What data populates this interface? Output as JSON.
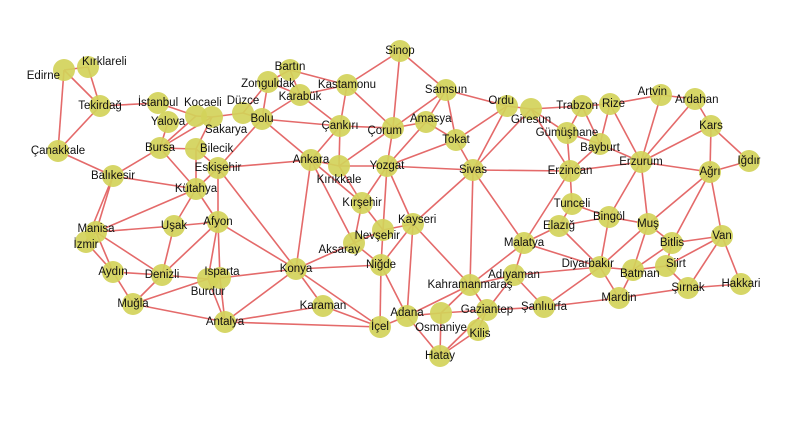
{
  "graph": {
    "nodes": [
      "Edirne",
      "Kırklareli",
      "Tekirdağ",
      "Çanakkale",
      "İstanbul",
      "Yalova",
      "Kocaeli",
      "Sakarya",
      "Düzce",
      "Bolu",
      "Bursa",
      "Bilecik",
      "Eskişehir",
      "Balıkesir",
      "Kütahya",
      "Zonguldak",
      "Bartın",
      "Karabük",
      "Kastamonu",
      "Sinop",
      "Samsun",
      "Çankırı",
      "Çorum",
      "Amasya",
      "Tokat",
      "Ordu",
      "Giresun",
      "Ankara",
      "Kırıkkale",
      "Yozgat",
      "Sivas",
      "Kırşehir",
      "Nevşehir",
      "Kayseri",
      "Aksaray",
      "Niğde",
      "Konya",
      "Manisa",
      "İzmir",
      "Uşak",
      "Afyon",
      "Aydın",
      "Denizli",
      "Burdur",
      "Isparta",
      "Muğla",
      "Antalya",
      "Karaman",
      "İçel",
      "Adana",
      "Osmaniye",
      "Kahramanmaraş",
      "Gaziantep",
      "Kilis",
      "Hatay",
      "Adıyaman",
      "Malatya",
      "Şanlıurfa",
      "Elazığ",
      "Tunceli",
      "Bingöl",
      "Erzincan",
      "Gümüşhane",
      "Bayburt",
      "Trabzon",
      "Rize",
      "Artvin",
      "Ardahan",
      "Kars",
      "Iğdır",
      "Erzurum",
      "Ağrı",
      "Muş",
      "Bitlis",
      "Van",
      "Siirt",
      "Batman",
      "Diyarbakır",
      "Mardin",
      "Şırnak",
      "Hakkari"
    ],
    "edges": [
      [
        "Edirne",
        "Kırklareli"
      ],
      [
        "Edirne",
        "Tekirdağ"
      ],
      [
        "Kırklareli",
        "Tekirdağ"
      ],
      [
        "Edirne",
        "Çanakkale"
      ],
      [
        "Tekirdağ",
        "Çanakkale"
      ],
      [
        "Tekirdağ",
        "İstanbul"
      ],
      [
        "İstanbul",
        "Kocaeli"
      ],
      [
        "Çanakkale",
        "Balıkesir"
      ],
      [
        "Balıkesir",
        "Bursa"
      ],
      [
        "Balıkesir",
        "Kütahya"
      ],
      [
        "Balıkesir",
        "Manisa"
      ],
      [
        "Balıkesir",
        "İzmir"
      ],
      [
        "Bursa",
        "Yalova"
      ],
      [
        "Bursa",
        "Kocaeli"
      ],
      [
        "Bursa",
        "Sakarya"
      ],
      [
        "Bursa",
        "Bilecik"
      ],
      [
        "Bursa",
        "Kütahya"
      ],
      [
        "Kocaeli",
        "Sakarya"
      ],
      [
        "Sakarya",
        "Düzce"
      ],
      [
        "Sakarya",
        "Bilecik"
      ],
      [
        "Düzce",
        "Bolu"
      ],
      [
        "Düzce",
        "Zonguldak"
      ],
      [
        "Bolu",
        "Zonguldak"
      ],
      [
        "Bolu",
        "Karabük"
      ],
      [
        "Bolu",
        "Çankırı"
      ],
      [
        "Bolu",
        "Ankara"
      ],
      [
        "Bolu",
        "Eskişehir"
      ],
      [
        "Bilecik",
        "Eskişehir"
      ],
      [
        "Bilecik",
        "Kütahya"
      ],
      [
        "Eskişehir",
        "Kütahya"
      ],
      [
        "Eskişehir",
        "Ankara"
      ],
      [
        "Eskişehir",
        "Afyon"
      ],
      [
        "Eskişehir",
        "Konya"
      ],
      [
        "Kütahya",
        "Uşak"
      ],
      [
        "Kütahya",
        "Afyon"
      ],
      [
        "Kütahya",
        "Manisa"
      ],
      [
        "Zonguldak",
        "Bartın"
      ],
      [
        "Zonguldak",
        "Karabük"
      ],
      [
        "Bartın",
        "Karabük"
      ],
      [
        "Bartın",
        "Kastamonu"
      ],
      [
        "Karabük",
        "Kastamonu"
      ],
      [
        "Karabük",
        "Çankırı"
      ],
      [
        "Kastamonu",
        "Çankırı"
      ],
      [
        "Kastamonu",
        "Sinop"
      ],
      [
        "Kastamonu",
        "Çorum"
      ],
      [
        "Sinop",
        "Samsun"
      ],
      [
        "Sinop",
        "Çorum"
      ],
      [
        "Samsun",
        "Çorum"
      ],
      [
        "Samsun",
        "Amasya"
      ],
      [
        "Samsun",
        "Tokat"
      ],
      [
        "Samsun",
        "Ordu"
      ],
      [
        "Çankırı",
        "Çorum"
      ],
      [
        "Çankırı",
        "Ankara"
      ],
      [
        "Çankırı",
        "Kırıkkale"
      ],
      [
        "Çorum",
        "Amasya"
      ],
      [
        "Çorum",
        "Yozgat"
      ],
      [
        "Çorum",
        "Kırıkkale"
      ],
      [
        "Amasya",
        "Tokat"
      ],
      [
        "Amasya",
        "Yozgat"
      ],
      [
        "Tokat",
        "Yozgat"
      ],
      [
        "Tokat",
        "Sivas"
      ],
      [
        "Tokat",
        "Ordu"
      ],
      [
        "Ordu",
        "Giresun"
      ],
      [
        "Ordu",
        "Sivas"
      ],
      [
        "Giresun",
        "Sivas"
      ],
      [
        "Giresun",
        "Trabzon"
      ],
      [
        "Giresun",
        "Gümüşhane"
      ],
      [
        "Giresun",
        "Erzincan"
      ],
      [
        "Ankara",
        "Kırıkkale"
      ],
      [
        "Ankara",
        "Kırşehir"
      ],
      [
        "Ankara",
        "Aksaray"
      ],
      [
        "Ankara",
        "Konya"
      ],
      [
        "Kırıkkale",
        "Yozgat"
      ],
      [
        "Kırıkkale",
        "Kırşehir"
      ],
      [
        "Yozgat",
        "Kırşehir"
      ],
      [
        "Yozgat",
        "Nevşehir"
      ],
      [
        "Yozgat",
        "Kayseri"
      ],
      [
        "Yozgat",
        "Sivas"
      ],
      [
        "Sivas",
        "Kayseri"
      ],
      [
        "Sivas",
        "Kahramanmaraş"
      ],
      [
        "Sivas",
        "Malatya"
      ],
      [
        "Sivas",
        "Erzincan"
      ],
      [
        "Kırşehir",
        "Nevşehir"
      ],
      [
        "Kırşehir",
        "Aksaray"
      ],
      [
        "Nevşehir",
        "Aksaray"
      ],
      [
        "Nevşehir",
        "Niğde"
      ],
      [
        "Nevşehir",
        "Kayseri"
      ],
      [
        "Kayseri",
        "Niğde"
      ],
      [
        "Kayseri",
        "Adana"
      ],
      [
        "Kayseri",
        "Kahramanmaraş"
      ],
      [
        "Aksaray",
        "Niğde"
      ],
      [
        "Aksaray",
        "Konya"
      ],
      [
        "Niğde",
        "Konya"
      ],
      [
        "Niğde",
        "İçel"
      ],
      [
        "Niğde",
        "Adana"
      ],
      [
        "Konya",
        "Karaman"
      ],
      [
        "Konya",
        "İçel"
      ],
      [
        "Konya",
        "Antalya"
      ],
      [
        "Konya",
        "Isparta"
      ],
      [
        "Konya",
        "Afyon"
      ],
      [
        "Manisa",
        "Uşak"
      ],
      [
        "Manisa",
        "İzmir"
      ],
      [
        "Manisa",
        "Aydın"
      ],
      [
        "Manisa",
        "Denizli"
      ],
      [
        "İzmir",
        "Aydın"
      ],
      [
        "Uşak",
        "Afyon"
      ],
      [
        "Uşak",
        "Denizli"
      ],
      [
        "Afyon",
        "Denizli"
      ],
      [
        "Afyon",
        "Burdur"
      ],
      [
        "Afyon",
        "Isparta"
      ],
      [
        "Aydın",
        "Denizli"
      ],
      [
        "Aydın",
        "Muğla"
      ],
      [
        "Denizli",
        "Muğla"
      ],
      [
        "Denizli",
        "Burdur"
      ],
      [
        "Burdur",
        "Muğla"
      ],
      [
        "Burdur",
        "Antalya"
      ],
      [
        "Isparta",
        "Antalya"
      ],
      [
        "Muğla",
        "Antalya"
      ],
      [
        "Antalya",
        "Karaman"
      ],
      [
        "Antalya",
        "İçel"
      ],
      [
        "Karaman",
        "İçel"
      ],
      [
        "İçel",
        "Adana"
      ],
      [
        "Adana",
        "Osmaniye"
      ],
      [
        "Adana",
        "Hatay"
      ],
      [
        "Adana",
        "Kahramanmaraş"
      ],
      [
        "Osmaniye",
        "Kahramanmaraş"
      ],
      [
        "Osmaniye",
        "Hatay"
      ],
      [
        "Osmaniye",
        "Gaziantep"
      ],
      [
        "Kahramanmaraş",
        "Gaziantep"
      ],
      [
        "Kahramanmaraş",
        "Malatya"
      ],
      [
        "Kahramanmaraş",
        "Adıyaman"
      ],
      [
        "Gaziantep",
        "Kilis"
      ],
      [
        "Gaziantep",
        "Hatay"
      ],
      [
        "Gaziantep",
        "Adıyaman"
      ],
      [
        "Gaziantep",
        "Şanlıurfa"
      ],
      [
        "Kilis",
        "Hatay"
      ],
      [
        "Malatya",
        "Adıyaman"
      ],
      [
        "Malatya",
        "Elazığ"
      ],
      [
        "Malatya",
        "Erzincan"
      ],
      [
        "Malatya",
        "Diyarbakır"
      ],
      [
        "Adıyaman",
        "Şanlıurfa"
      ],
      [
        "Adıyaman",
        "Diyarbakır"
      ],
      [
        "Şanlıurfa",
        "Diyarbakır"
      ],
      [
        "Şanlıurfa",
        "Mardin"
      ],
      [
        "Elazığ",
        "Tunceli"
      ],
      [
        "Elazığ",
        "Bingöl"
      ],
      [
        "Elazığ",
        "Diyarbakır"
      ],
      [
        "Tunceli",
        "Erzincan"
      ],
      [
        "Tunceli",
        "Bingöl"
      ],
      [
        "Bingöl",
        "Erzurum"
      ],
      [
        "Bingöl",
        "Muş"
      ],
      [
        "Bingöl",
        "Diyarbakır"
      ],
      [
        "Erzincan",
        "Gümüşhane"
      ],
      [
        "Erzincan",
        "Bayburt"
      ],
      [
        "Erzincan",
        "Erzurum"
      ],
      [
        "Gümüşhane",
        "Trabzon"
      ],
      [
        "Gümüşhane",
        "Bayburt"
      ],
      [
        "Trabzon",
        "Rize"
      ],
      [
        "Trabzon",
        "Bayburt"
      ],
      [
        "Rize",
        "Bayburt"
      ],
      [
        "Rize",
        "Erzurum"
      ],
      [
        "Rize",
        "Artvin"
      ],
      [
        "Artvin",
        "Erzurum"
      ],
      [
        "Artvin",
        "Ardahan"
      ],
      [
        "Ardahan",
        "Kars"
      ],
      [
        "Ardahan",
        "Erzurum"
      ],
      [
        "Kars",
        "Erzurum"
      ],
      [
        "Kars",
        "Ağrı"
      ],
      [
        "Kars",
        "Iğdır"
      ],
      [
        "Iğdır",
        "Ağrı"
      ],
      [
        "Bayburt",
        "Erzurum"
      ],
      [
        "Erzurum",
        "Ağrı"
      ],
      [
        "Erzurum",
        "Muş"
      ],
      [
        "Ağrı",
        "Muş"
      ],
      [
        "Ağrı",
        "Bitlis"
      ],
      [
        "Ağrı",
        "Van"
      ],
      [
        "Muş",
        "Bitlis"
      ],
      [
        "Muş",
        "Diyarbakır"
      ],
      [
        "Muş",
        "Batman"
      ],
      [
        "Bitlis",
        "Van"
      ],
      [
        "Bitlis",
        "Siirt"
      ],
      [
        "Bitlis",
        "Batman"
      ],
      [
        "Van",
        "Siirt"
      ],
      [
        "Van",
        "Şırnak"
      ],
      [
        "Van",
        "Hakkari"
      ],
      [
        "Siirt",
        "Batman"
      ],
      [
        "Siirt",
        "Şırnak"
      ],
      [
        "Batman",
        "Diyarbakır"
      ],
      [
        "Batman",
        "Mardin"
      ],
      [
        "Diyarbakır",
        "Mardin"
      ],
      [
        "Mardin",
        "Şırnak"
      ],
      [
        "Şırnak",
        "Hakkari"
      ]
    ]
  }
}
